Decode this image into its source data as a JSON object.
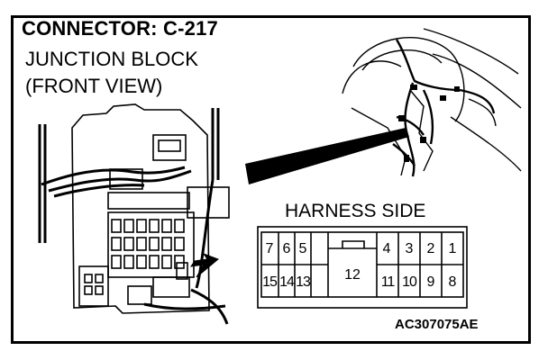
{
  "header": {
    "title": "CONNECTOR: C-217",
    "subtitle_line1": "JUNCTION BLOCK",
    "subtitle_line2": "(FRONT VIEW)"
  },
  "connector": {
    "label": "HARNESS SIDE",
    "top_row": [
      "7",
      "6",
      "5",
      "4",
      "3",
      "2",
      "1"
    ],
    "bottom_row": [
      "15",
      "14",
      "13",
      "11",
      "10",
      "9",
      "8"
    ],
    "center_pin": "12"
  },
  "figure_code": "AC307075AE",
  "colors": {
    "line": "#000000",
    "background": "#ffffff"
  }
}
